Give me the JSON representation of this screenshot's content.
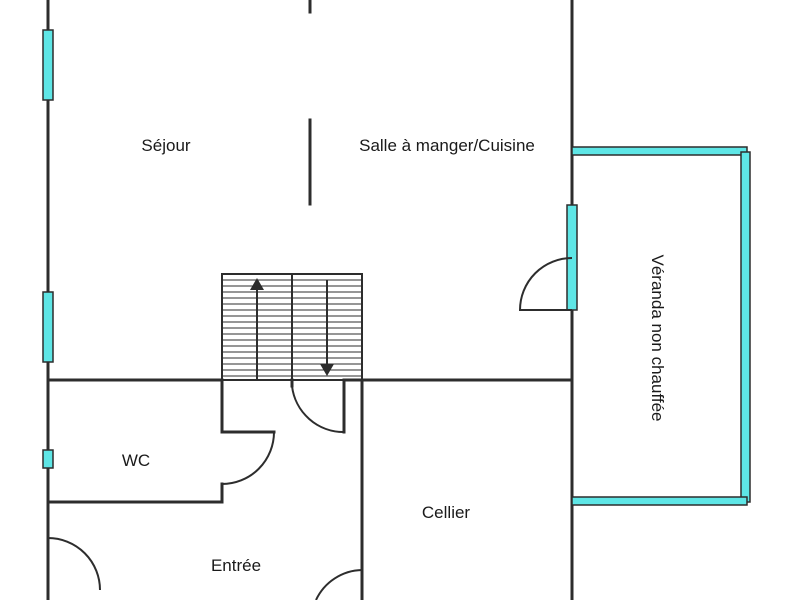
{
  "rooms": {
    "sejour": "Séjour",
    "salle_manger_cuisine": "Salle à manger/Cuisine",
    "veranda": "Véranda non chauffée",
    "wc": "WC",
    "cellier": "Cellier",
    "entree": "Entrée"
  },
  "colors": {
    "wall": "#2d2d2d",
    "window": "#5ee6e6",
    "background": "#ffffff"
  }
}
